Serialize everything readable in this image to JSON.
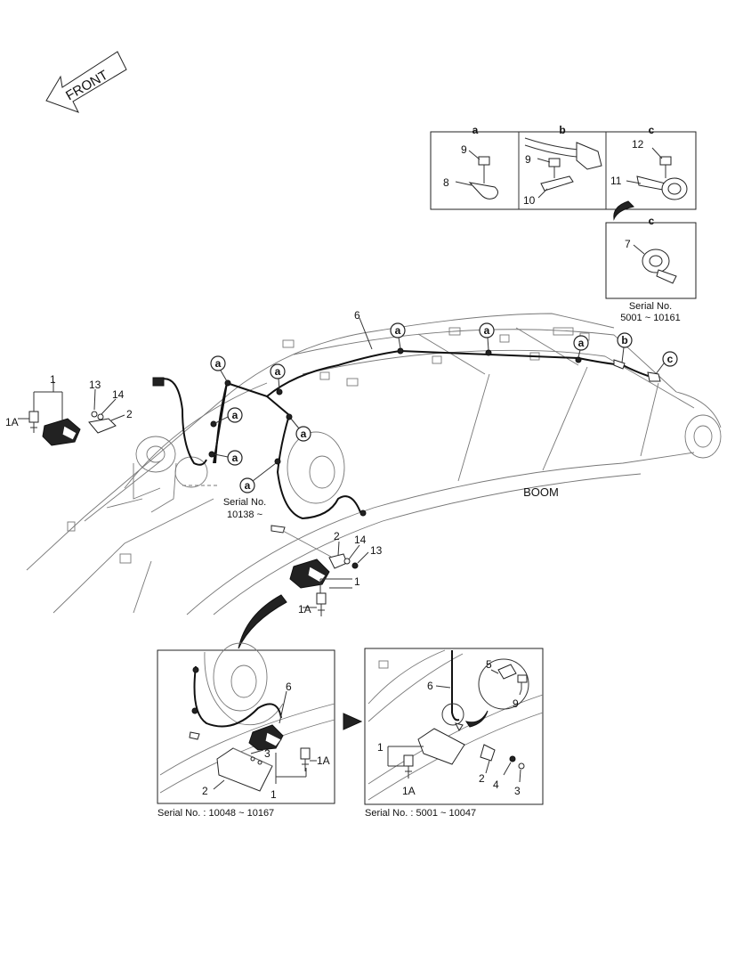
{
  "front_label": "FRONT",
  "boom_label": "BOOM",
  "detail_headers": {
    "a": "a",
    "b": "b",
    "c": "c"
  },
  "detail_c2": {
    "header": "c",
    "caption_line1": "Serial No.",
    "caption_line2": "5001 ~ 10161"
  },
  "serial_mid": {
    "line1": "Serial No.",
    "line2": "10138 ~"
  },
  "inset_left_caption": "Serial No. : 10048 ~ 10167",
  "inset_right_caption": "Serial No. : 5001 ~ 10047",
  "callout_letters": {
    "a": "a",
    "b": "b",
    "c": "c"
  },
  "part_numbers": {
    "p1": "1",
    "p1a": "1A",
    "p2": "2",
    "p3": "3",
    "p4": "4",
    "p5": "5",
    "p6": "6",
    "p7": "7",
    "p8": "8",
    "p9": "9",
    "p10": "10",
    "p11": "11",
    "p12": "12",
    "p13": "13",
    "p14": "14"
  }
}
